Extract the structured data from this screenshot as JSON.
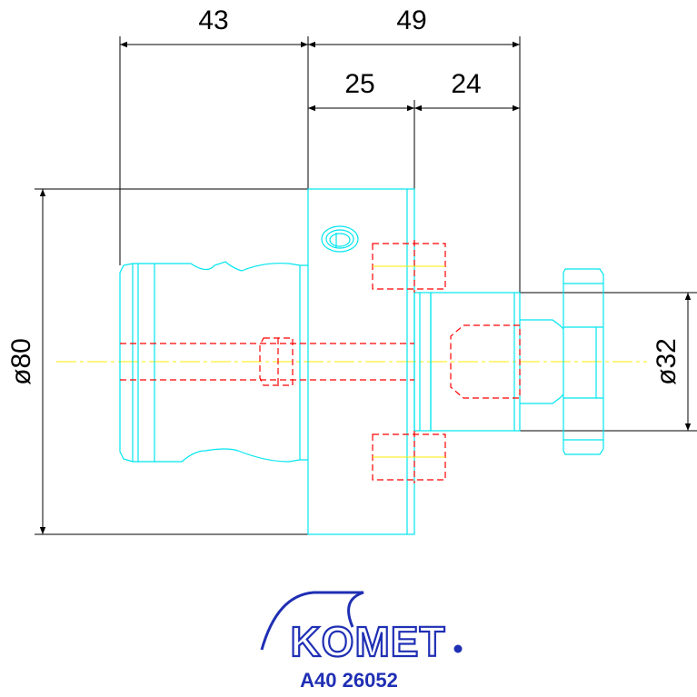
{
  "dimensions": {
    "d43": "43",
    "d49": "49",
    "d25": "25",
    "d24": "24",
    "dia80": "ø80",
    "dia32": "ø32"
  },
  "logo": {
    "brand": "KOMET",
    "part_number": "A40 26052"
  },
  "colors": {
    "outline": "#00e5ee",
    "hidden": "#ff0000",
    "centerline": "#ffee00",
    "dimension": "#000000",
    "brand": "#1f2fb4"
  }
}
